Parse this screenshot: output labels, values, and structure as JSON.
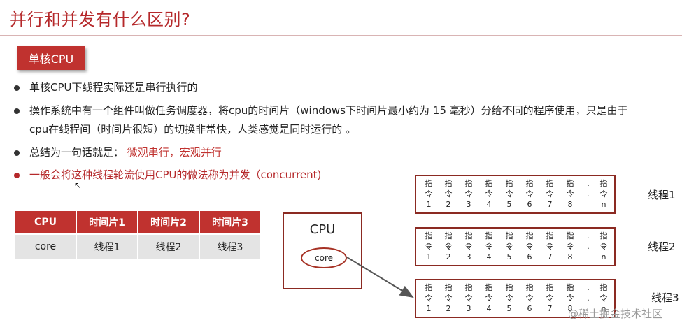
{
  "page": {
    "title": "并行和并发有什么区别?"
  },
  "section": {
    "label": "单核CPU"
  },
  "bullets": {
    "b1": "单核CPU下线程实际还是串行执行的",
    "b2_line1": "操作系统中有一个组件叫做任务调度器，将cpu的时间片（windows下时间片最小约为 15 毫秒）分给不同的程序使用，只是由于",
    "b2_line2": "cpu在线程间（时间片很短）的切换非常快，人类感觉是同时运行的 。",
    "b3_prefix": "总结为一句话就是：",
    "b3_highlight": "微观串行，宏观并行",
    "b4": "一般会将这种线程轮流使用CPU的做法称为并发（concurrent)"
  },
  "table": {
    "headers": [
      "CPU",
      "时间片1",
      "时间片2",
      "时间片3"
    ],
    "row": [
      "core",
      "线程1",
      "线程2",
      "线程3"
    ]
  },
  "cpu_diagram": {
    "cpu_label": "CPU",
    "core_label": "core"
  },
  "threads": {
    "instr_top": "指",
    "instr_mid": "令",
    "numbers": [
      "1",
      "2",
      "3",
      "4",
      "5",
      "6",
      "7",
      "8",
      ".",
      "n"
    ],
    "labels": [
      "线程1",
      "线程2",
      "线程3"
    ]
  },
  "watermark": "@稀土掘金技术社区",
  "colors": {
    "accent": "#c0322f",
    "title": "#b5282a",
    "box_border": "#8b2a22"
  }
}
